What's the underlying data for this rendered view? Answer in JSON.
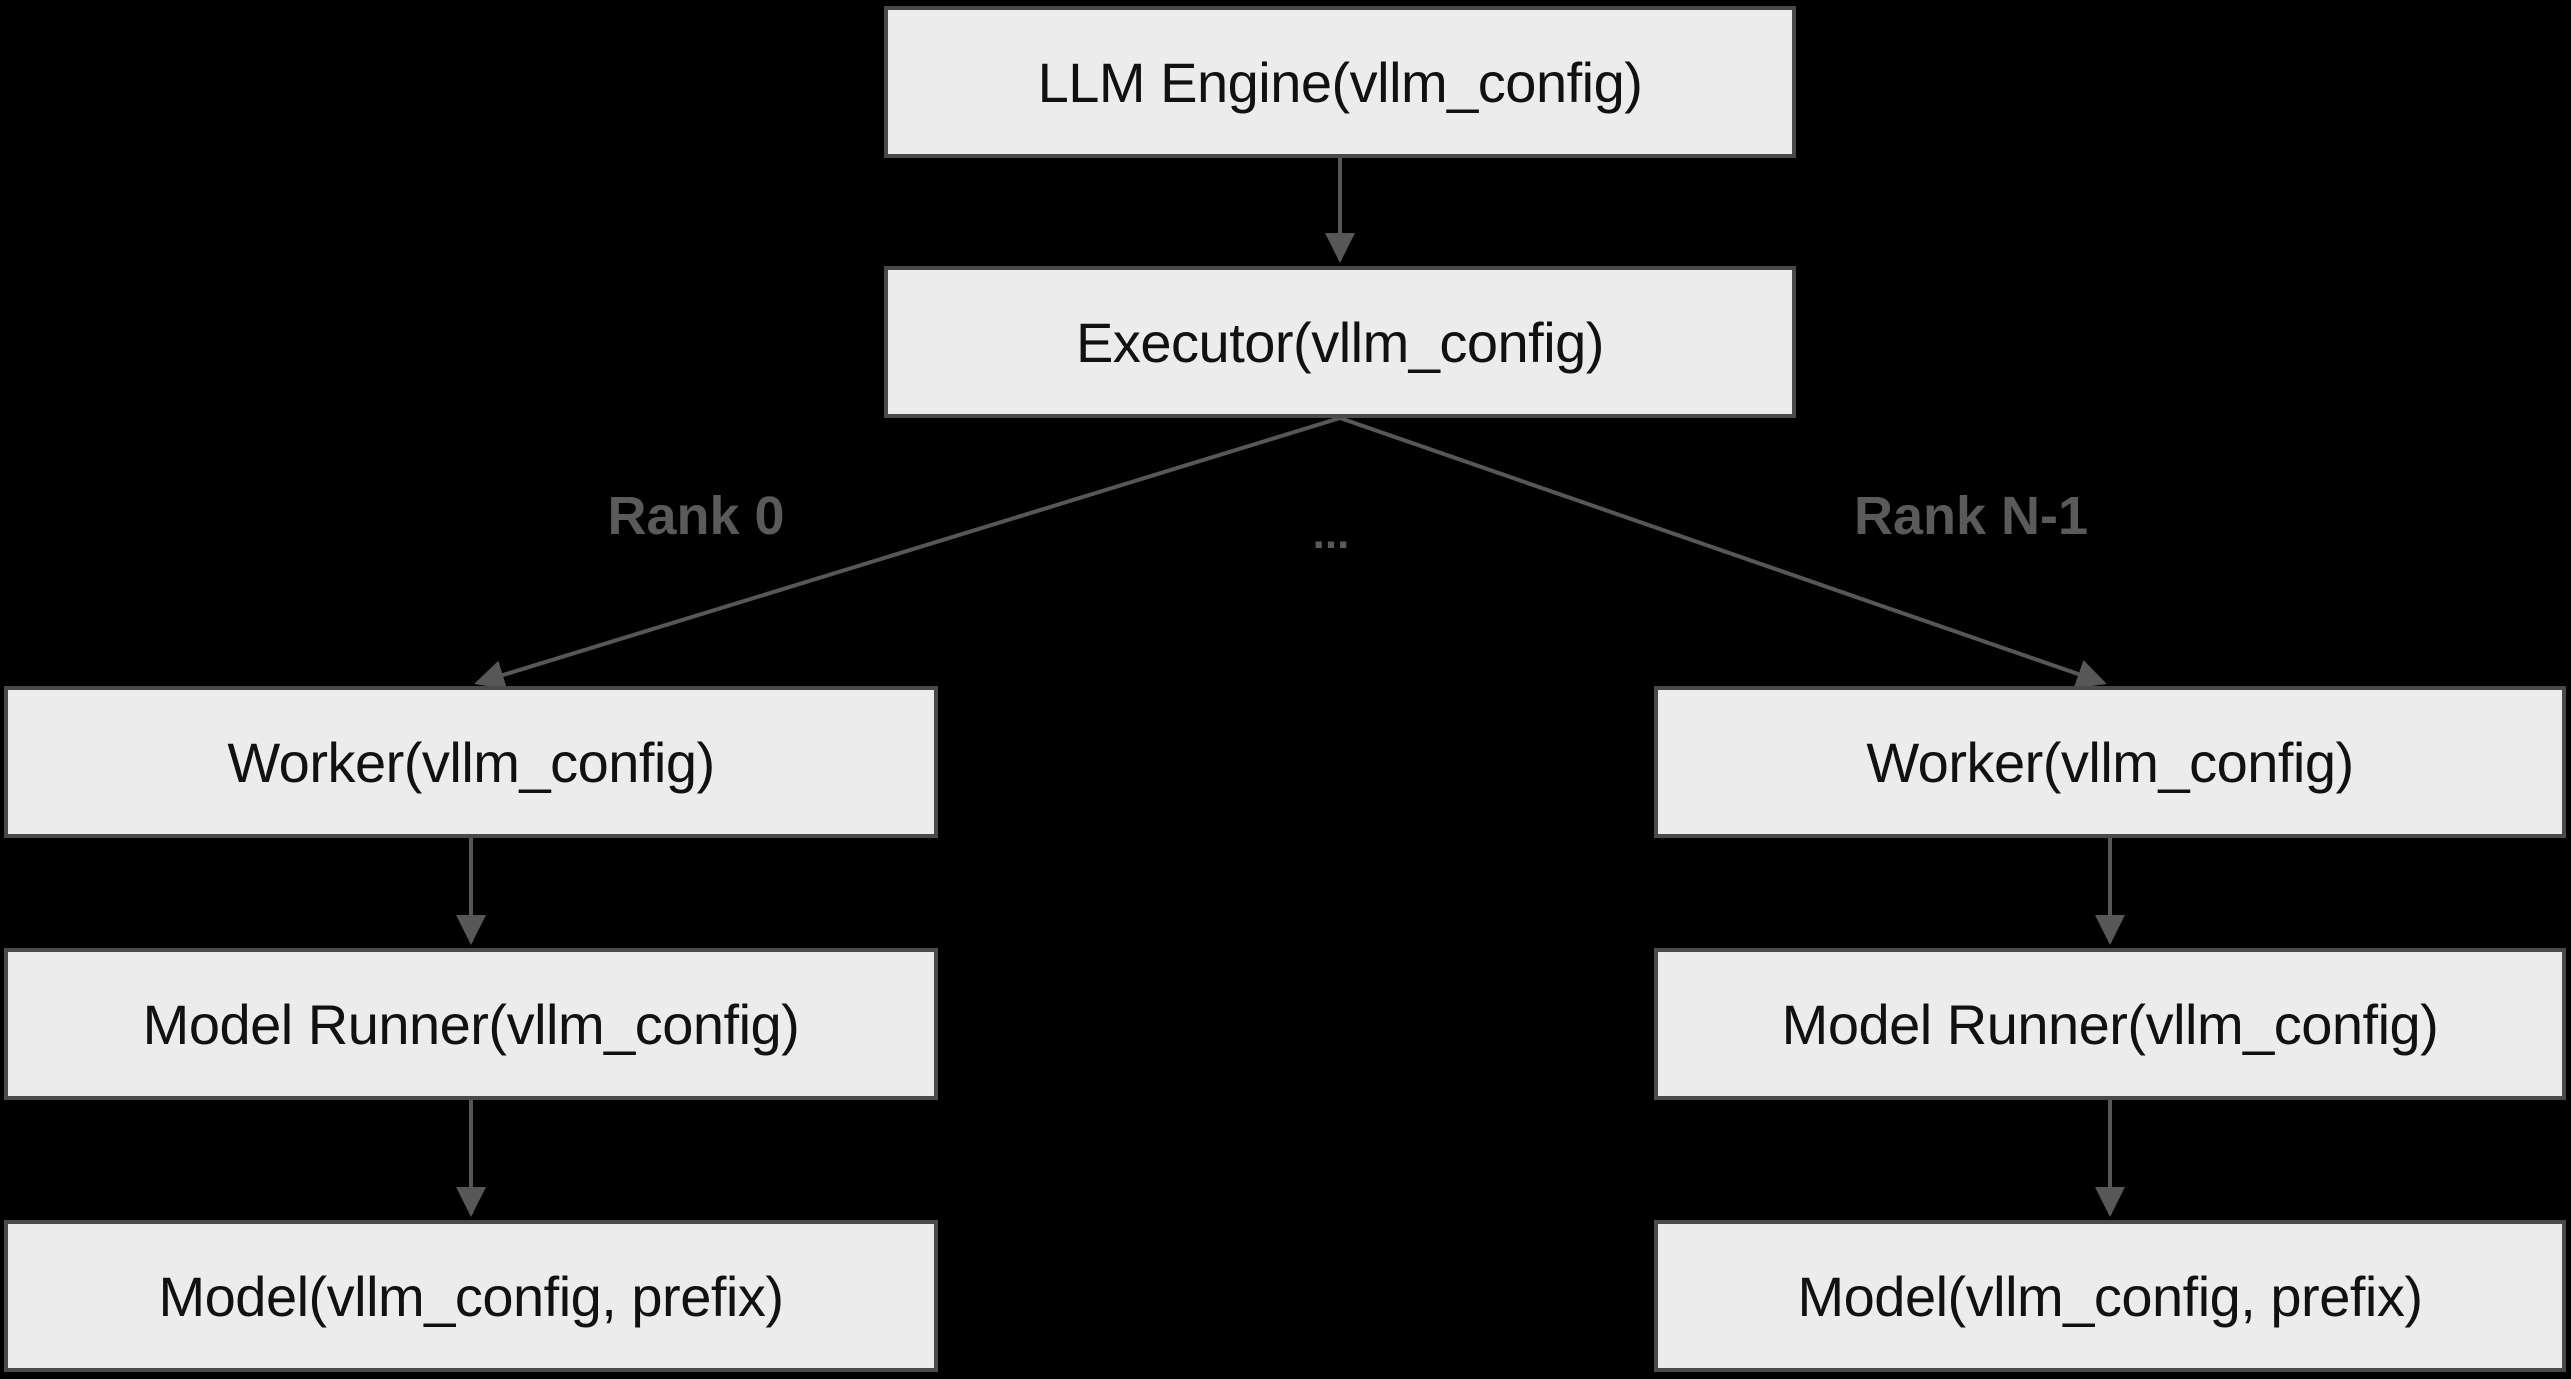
{
  "diagram": {
    "colors": {
      "background": "#000000",
      "node_fill": "#ececec",
      "node_border": "#4a4a4a",
      "node_text": "#111111",
      "edge": "#575757",
      "edge_label": "#5a5a5a"
    },
    "nodes": {
      "llm_engine": {
        "label": "LLM Engine(vllm_config)"
      },
      "executor": {
        "label": "Executor(vllm_config)"
      },
      "worker_rank0": {
        "label": "Worker(vllm_config)"
      },
      "model_runner_rank0": {
        "label": "Model Runner(vllm_config)"
      },
      "model_rank0": {
        "label": "Model(vllm_config, prefix)"
      },
      "worker_rankn": {
        "label": "Worker(vllm_config)"
      },
      "model_runner_rankn": {
        "label": "Model Runner(vllm_config)"
      },
      "model_rankn": {
        "label": "Model(vllm_config, prefix)"
      }
    },
    "edge_labels": {
      "rank_0": "Rank 0",
      "ellipsis": "...",
      "rank_n_1": "Rank N-1"
    }
  }
}
